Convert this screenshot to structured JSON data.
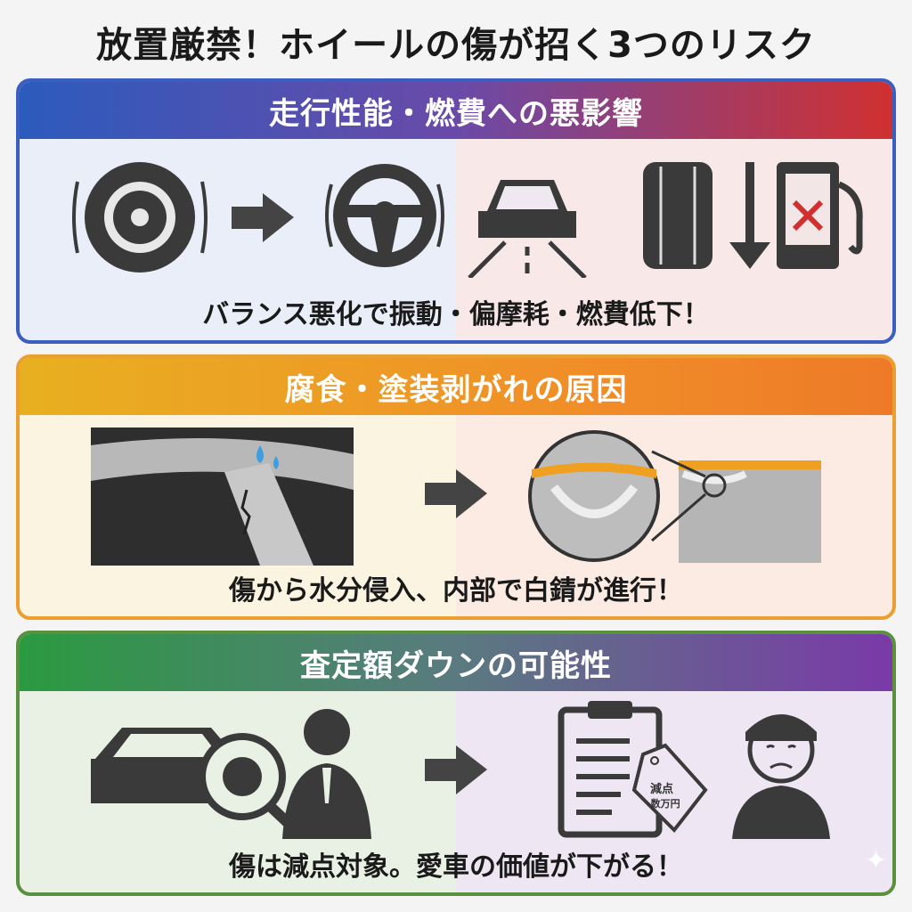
{
  "title": "放置厳禁！ホイールの傷が招く3つのリスク",
  "sections": [
    {
      "heading": "走行性能・燃費への悪影響",
      "caption": "バランス悪化で振動・偏摩耗・燃費低下！"
    },
    {
      "heading": "腐食・塗装剥がれの原因",
      "caption": "傷から水分侵入、内部で白錆が進行！"
    },
    {
      "heading": "査定額ダウンの可能性",
      "caption": "傷は減点対象。愛車の価値が下がる！",
      "tag_main": "減点",
      "tag_sub": "-数万円"
    }
  ],
  "colors": {
    "icon": "#3a3a3a",
    "panel1_border": "#3a5fc0",
    "panel2_border": "#e9a030",
    "panel3_border": "#5a9040",
    "cross": "#d03030",
    "water": "#3a9ee0"
  }
}
